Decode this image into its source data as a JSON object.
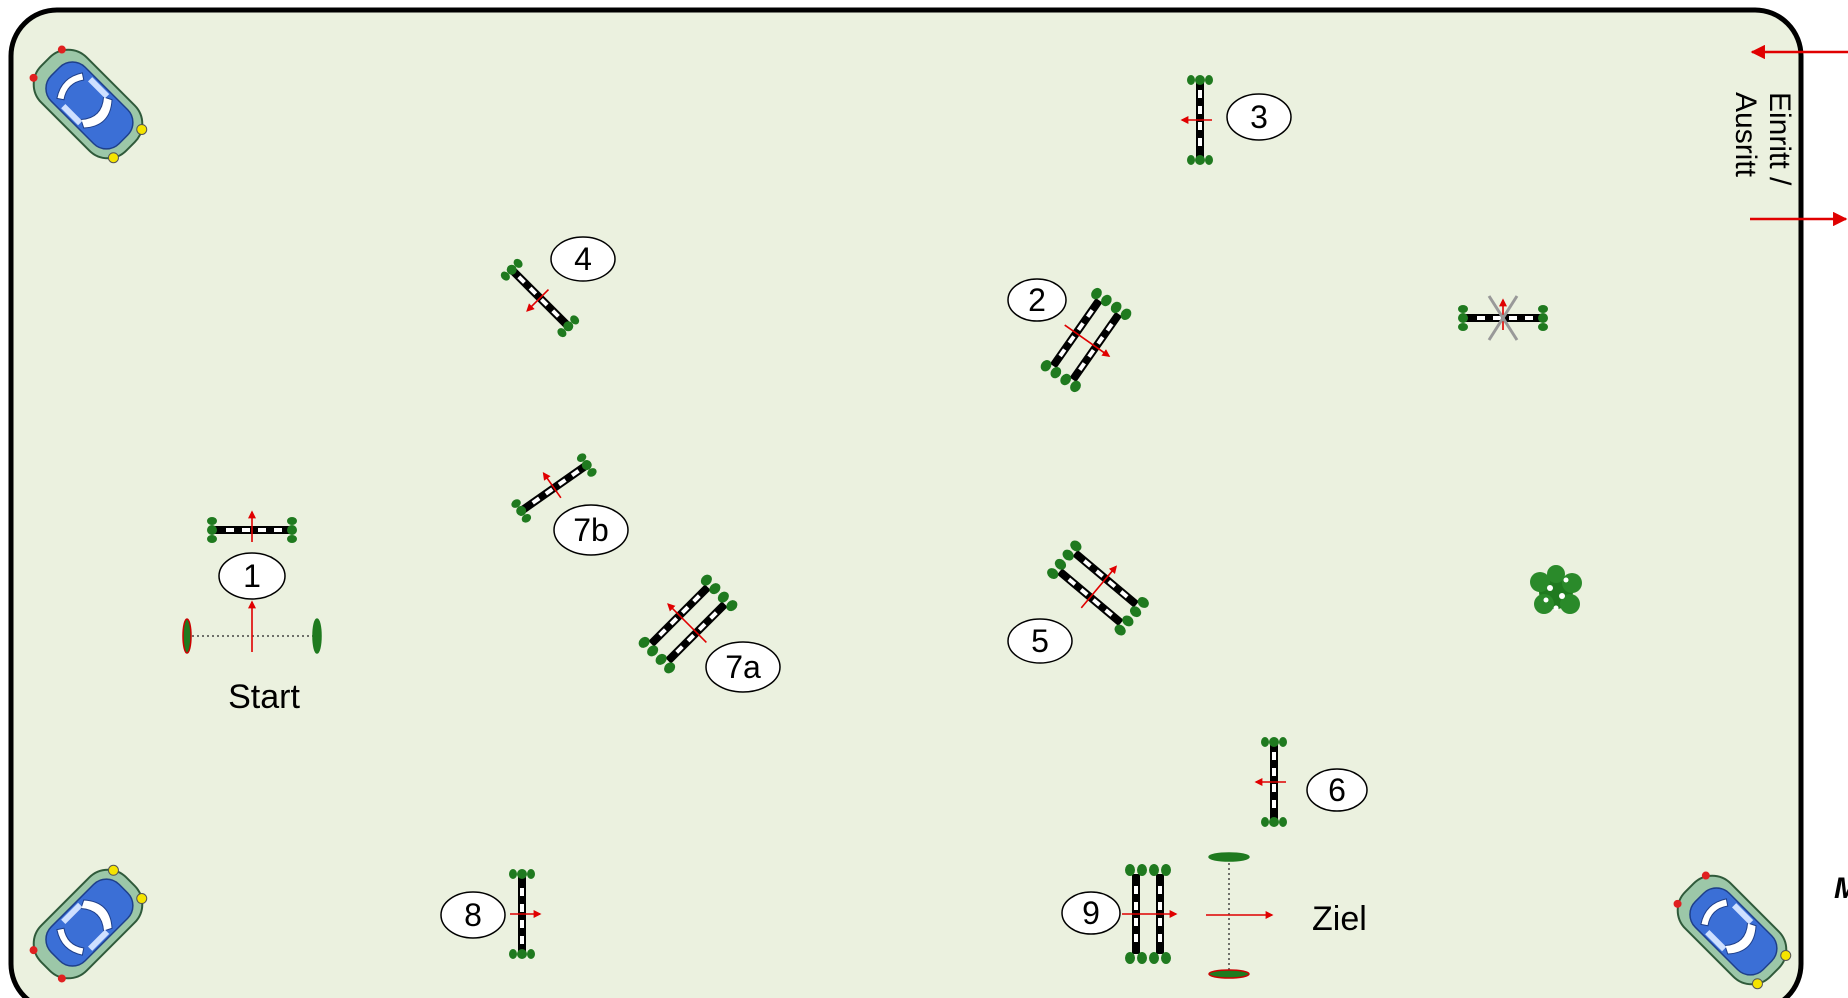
{
  "arena": {
    "fill_color": "#ebf1df",
    "border_color": "#000000",
    "entrance_label_line1": "Einritt /",
    "entrance_label_line2": "Ausritt",
    "corner_mark": "M"
  },
  "obstacles": [
    {
      "id": "1",
      "label": "1",
      "kind": "vertical"
    },
    {
      "id": "2",
      "label": "2",
      "kind": "oxer"
    },
    {
      "id": "3",
      "label": "3",
      "kind": "vertical"
    },
    {
      "id": "4",
      "label": "4",
      "kind": "vertical"
    },
    {
      "id": "5",
      "label": "5",
      "kind": "oxer"
    },
    {
      "id": "6",
      "label": "6",
      "kind": "vertical"
    },
    {
      "id": "7a",
      "label": "7a",
      "kind": "oxer"
    },
    {
      "id": "7b",
      "label": "7b",
      "kind": "vertical"
    },
    {
      "id": "8",
      "label": "8",
      "kind": "vertical"
    },
    {
      "id": "9",
      "label": "9",
      "kind": "oxer"
    }
  ],
  "start_label": "Start",
  "finish_label": "Ziel",
  "decorations": {
    "cars": [
      "car-icon-top-left",
      "car-icon-bottom-left",
      "car-icon-bottom-right"
    ],
    "bush": "bush-icon",
    "practice_fence": "practice-fence-icon"
  },
  "colors": {
    "pole_dark": "#000000",
    "pole_light": "#ffffff",
    "standard_green": "#1f7a1f",
    "arrow_red": "#e00000",
    "car_blue": "#3b6fd6",
    "car_green": "#9cc7a8"
  }
}
